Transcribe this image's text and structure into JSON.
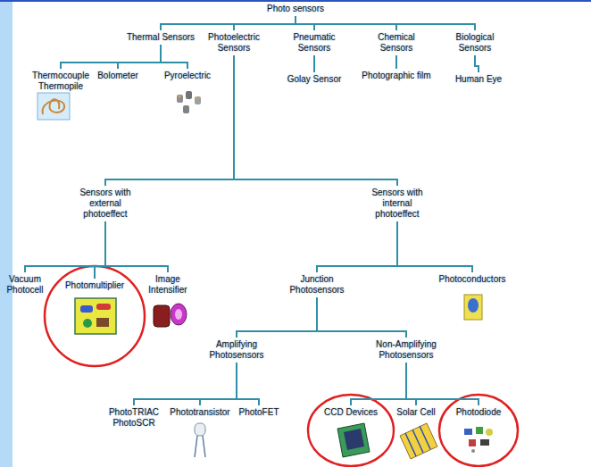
{
  "diagram": {
    "nodes": [
      {
        "text": [
          "Photo sensors"
        ]
      },
      {
        "text": [
          "Thermal Sensors"
        ]
      },
      {
        "text": [
          "Photoelectric Sensors"
        ]
      },
      {
        "text": [
          "Pneumatic Sensors"
        ]
      },
      {
        "text": [
          "Chemical Sensors"
        ]
      },
      {
        "text": [
          "Biological Sensors"
        ]
      },
      {
        "text": [
          "Thermocouple Thermopile"
        ]
      },
      {
        "text": [
          "Bolometer"
        ]
      },
      {
        "text": [
          "Pyroelectric"
        ]
      },
      {
        "text": [
          "Golay Sensor"
        ]
      },
      {
        "text": [
          "Photographic film"
        ]
      },
      {
        "text": [
          "Human Eye"
        ]
      },
      {
        "text": [
          "Sensors with external photoeffect"
        ]
      },
      {
        "text": [
          "Sensors with internal photoeffect"
        ]
      },
      {
        "text": [
          "Vacuum Photocell"
        ]
      },
      {
        "text": [
          "Photomultiplier"
        ]
      },
      {
        "text": [
          "Image Intensifier"
        ]
      },
      {
        "text": [
          "Junction Photosensors"
        ]
      },
      {
        "text": [
          "Photoconductors"
        ]
      },
      {
        "text": [
          "Amplifying Photosensors"
        ]
      },
      {
        "text": [
          "Non-Amplifying Photosensors"
        ]
      },
      {
        "text": [
          "PhotoTRIAC PhotoSCR"
        ]
      },
      {
        "text": [
          "Phototransistor"
        ]
      },
      {
        "text": [
          "PhotoFET"
        ]
      },
      {
        "text": [
          "CCD Devices"
        ]
      },
      {
        "text": [
          "Solar Cell"
        ]
      },
      {
        "text": [
          "Photodiode"
        ]
      }
    ],
    "edges": [
      {
        "from": 0,
        "to": 1,
        "arrow": "none"
      },
      {
        "from": 0,
        "to": 2,
        "arrow": "none"
      },
      {
        "from": 0,
        "to": 3,
        "arrow": "none"
      },
      {
        "from": 0,
        "to": 4,
        "arrow": "none"
      },
      {
        "from": 0,
        "to": 5,
        "arrow": "none"
      },
      {
        "from": 1,
        "to": 6,
        "arrow": "none"
      },
      {
        "from": 1,
        "to": 7,
        "arrow": "none"
      },
      {
        "from": 1,
        "to": 8,
        "arrow": "none"
      },
      {
        "from": 3,
        "to": 9,
        "arrow": "none"
      },
      {
        "from": 4,
        "to": 10,
        "arrow": "none"
      },
      {
        "from": 5,
        "to": 11,
        "arrow": "none"
      },
      {
        "from": 2,
        "to": 12,
        "arrow": "none"
      },
      {
        "from": 2,
        "to": 13,
        "arrow": "none"
      },
      {
        "from": 12,
        "to": 14,
        "arrow": "none"
      },
      {
        "from": 12,
        "to": 15,
        "arrow": "none"
      },
      {
        "from": 12,
        "to": 16,
        "arrow": "none"
      },
      {
        "from": 13,
        "to": 17,
        "arrow": "none"
      },
      {
        "from": 13,
        "to": 18,
        "arrow": "none"
      },
      {
        "from": 17,
        "to": 19,
        "arrow": "none"
      },
      {
        "from": 17,
        "to": 20,
        "arrow": "none"
      },
      {
        "from": 19,
        "to": 21,
        "arrow": "none"
      },
      {
        "from": 19,
        "to": 22,
        "arrow": "none"
      },
      {
        "from": 19,
        "to": 23,
        "arrow": "none"
      },
      {
        "from": 20,
        "to": 24,
        "arrow": "none"
      },
      {
        "from": 20,
        "to": 25,
        "arrow": "none"
      },
      {
        "from": 20,
        "to": 26,
        "arrow": "none"
      }
    ]
  }
}
